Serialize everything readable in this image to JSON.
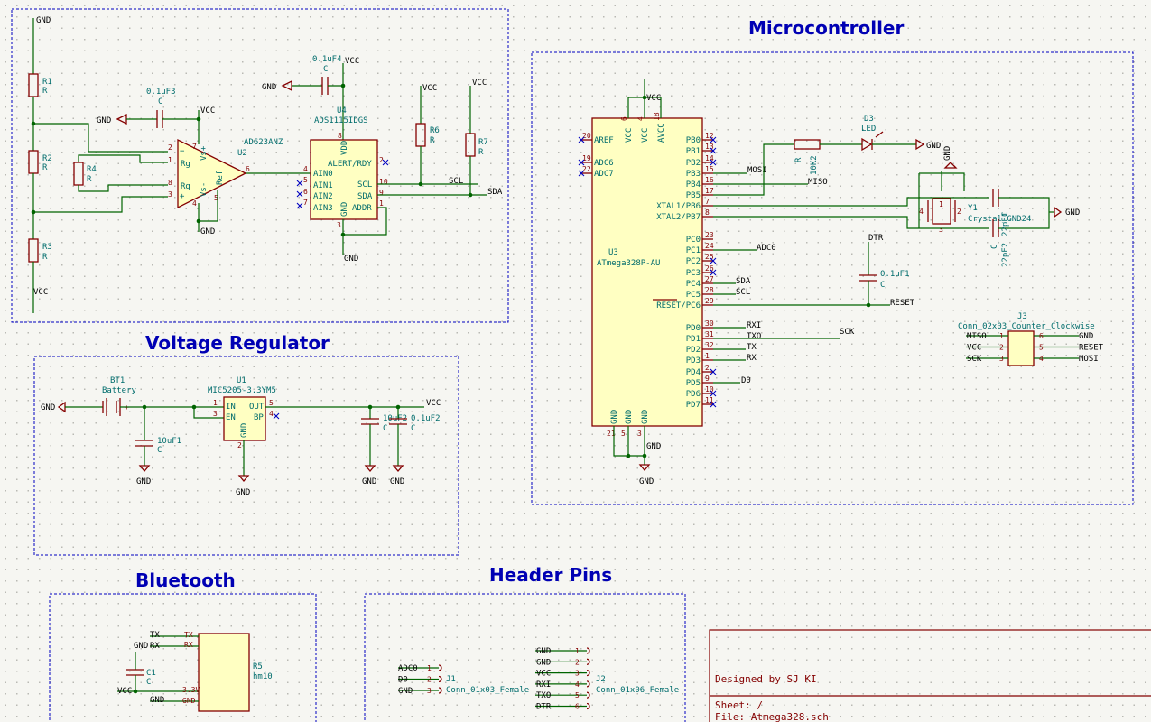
{
  "titles": {
    "microcontroller": "Microcontroller",
    "voltage_regulator": "Voltage Regulator",
    "bluetooth": "Bluetooth",
    "header_pins": "Header Pins"
  },
  "nets": {
    "gnd": "GND",
    "vcc": "VCC",
    "scl": "SCL",
    "sda": "SDA",
    "mosi": "MOSI",
    "miso": "MISO",
    "adc0": "ADC0",
    "dtr": "DTR",
    "reset": "RESET",
    "rxi": "RXI",
    "txo": "TXO",
    "sck": "SCK",
    "tx": "TX",
    "rx": "RX",
    "d0": "D0"
  },
  "components": {
    "r1": {
      "ref": "R1",
      "value": "R"
    },
    "r2": {
      "ref": "R2",
      "value": "R"
    },
    "r3": {
      "ref": "R3",
      "value": "R"
    },
    "r4": {
      "ref": "R4",
      "value": "R"
    },
    "r6": {
      "ref": "R6",
      "value": "R"
    },
    "r7": {
      "ref": "R7",
      "value": "R"
    },
    "c_f3": {
      "ref": "0.1uF3",
      "value": "C"
    },
    "c_f4": {
      "ref": "0.1uF4",
      "value": "C"
    },
    "u2": {
      "ref": "U2",
      "value": "AD623ANZ",
      "pins": [
        "Rg",
        "Rg",
        "Vs+",
        "Vs-",
        "Ref"
      ]
    },
    "u4": {
      "ref": "U4",
      "value": "ADS1115IDGS",
      "pins": [
        "VDD",
        "ALERT/RDY",
        "AIN0",
        "AIN1",
        "AIN2",
        "AIN3",
        "SCL",
        "SDA",
        "ADDR",
        "GND"
      ]
    },
    "u3": {
      "ref": "U3",
      "value": "ATmega328P-AU",
      "left_pins": [
        "AREF",
        "ADC6",
        "ADC7"
      ],
      "top_pins": [
        "VCC",
        "VCC",
        "AVCC"
      ],
      "bottom_pins": [
        "GND",
        "GND",
        "GND"
      ],
      "right_pins": [
        "PB0",
        "PB1",
        "PB2",
        "PB3",
        "PB4",
        "PB5",
        "XTAL1/PB6",
        "XTAL2/PB7",
        "PC0",
        "PC1",
        "PC2",
        "PC3",
        "PC4",
        "PC5",
        "RESET/PC6",
        "PD0",
        "PD1",
        "PD2",
        "PD3",
        "PD4",
        "PD5",
        "PD6",
        "PD7"
      ]
    },
    "d3": {
      "ref": "D3",
      "value": "LED"
    },
    "r_10k": {
      "ref": "R",
      "value": "10K2"
    },
    "y1": {
      "ref": "Y1",
      "value": "Crystal_GND24"
    },
    "c_22a": {
      "ref": "C",
      "value": "22pF1"
    },
    "c_22b": {
      "ref": "C",
      "value": "22pF2"
    },
    "c_dtr": {
      "ref": "0.1uF1",
      "value": "C"
    },
    "j3": {
      "ref": "J3",
      "value": "Conn_02x03_Counter_Clockwise"
    },
    "bt1": {
      "ref": "BT1",
      "value": "Battery"
    },
    "u1": {
      "ref": "U1",
      "value": "MIC5205-3.3YM5",
      "pins": [
        "IN",
        "EN",
        "OUT",
        "BP",
        "GND"
      ]
    },
    "c_10uf1": {
      "ref": "10uF1",
      "value": "C"
    },
    "c_10uf2": {
      "ref": "10uF2",
      "value": "C"
    },
    "c_01uf2": {
      "ref": "0.1uF2",
      "value": "C"
    },
    "c1": {
      "ref": "C1",
      "value": "C"
    },
    "r5": {
      "ref": "R5",
      "value": "hm10",
      "pins": [
        "TX",
        "RX",
        "3.3V",
        "GND"
      ]
    },
    "j1": {
      "ref": "J1",
      "value": "Conn_01x03_Female"
    },
    "j2": {
      "ref": "J2",
      "value": "Conn_01x06_Female"
    }
  },
  "j3_rows": [
    {
      "left": "MISO",
      "lpin": "1",
      "rpin": "6",
      "right": "GND"
    },
    {
      "left": "VCC",
      "lpin": "2",
      "rpin": "5",
      "right": "RESET"
    },
    {
      "left": "SCK",
      "lpin": "3",
      "rpin": "4",
      "right": "MOSI"
    }
  ],
  "j1_rows": [
    {
      "label": "ADC0",
      "pin": "1"
    },
    {
      "label": "D0",
      "pin": "2"
    },
    {
      "label": "GND",
      "pin": "3"
    }
  ],
  "j2_rows": [
    {
      "label": "GND",
      "pin": "1"
    },
    {
      "label": "GND",
      "pin": "2"
    },
    {
      "label": "VCC",
      "pin": "3"
    },
    {
      "label": "RXI",
      "pin": "4"
    },
    {
      "label": "TXO",
      "pin": "5"
    },
    {
      "label": "DTR",
      "pin": "6"
    }
  ],
  "title_block": {
    "designed_by": "Designed by SJ KI",
    "sheet": "Sheet: /",
    "file": "File: Atmega328.sch"
  }
}
